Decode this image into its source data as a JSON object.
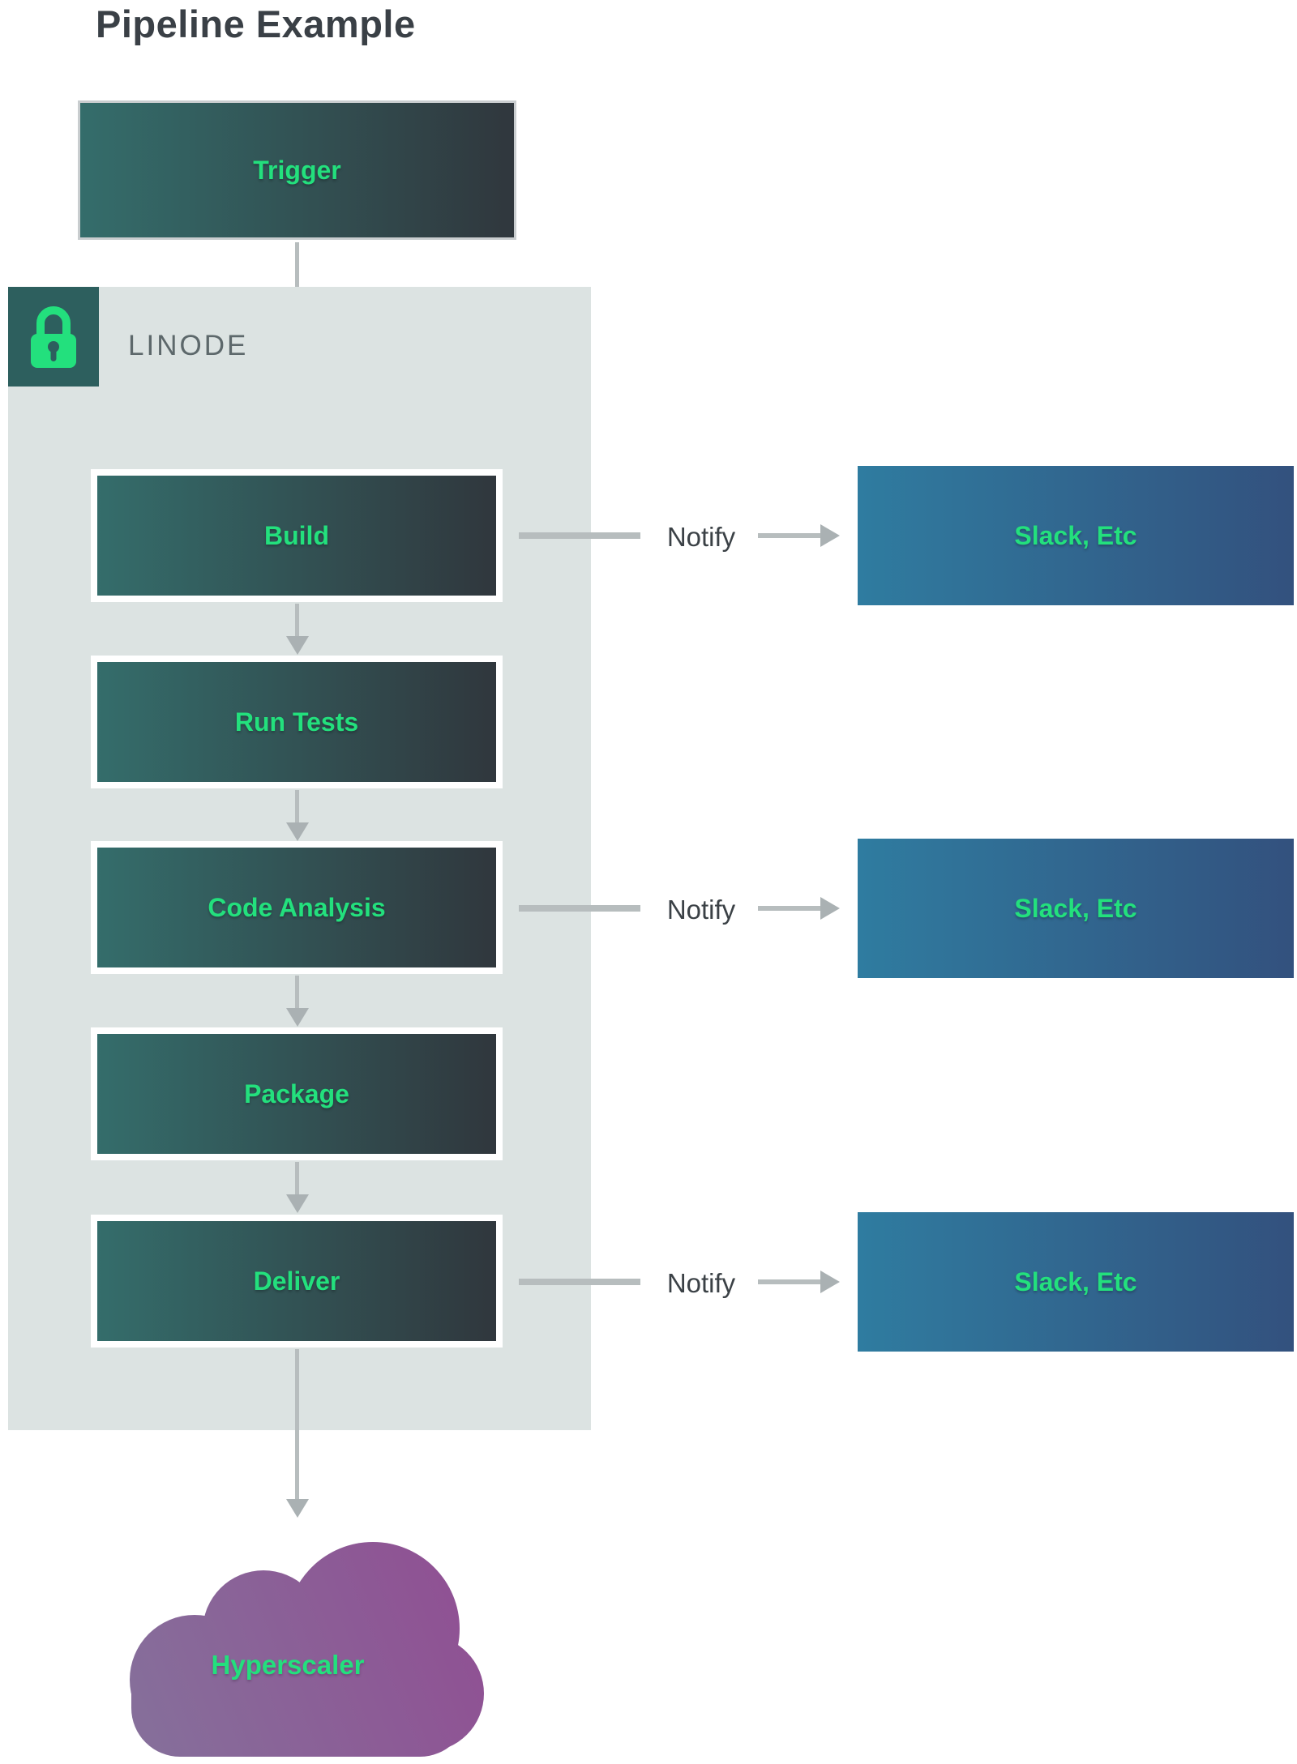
{
  "title": "Pipeline Example",
  "trigger": {
    "label": "Trigger"
  },
  "platform": {
    "label": "LINODE",
    "icon": "lock-icon"
  },
  "stages": [
    {
      "label": "Build",
      "notify": {
        "label": "Notify",
        "target": "Slack, Etc"
      }
    },
    {
      "label": "Run Tests"
    },
    {
      "label": "Code Analysis",
      "notify": {
        "label": "Notify",
        "target": "Slack, Etc"
      }
    },
    {
      "label": "Package"
    },
    {
      "label": "Deliver",
      "notify": {
        "label": "Notify",
        "target": "Slack, Etc"
      }
    }
  ],
  "cloud": {
    "label": "Hyperscaler"
  },
  "colors": {
    "accent_green": "#23e07d",
    "stage_grad_a": "#346d6b",
    "stage_grad_b": "#30373d",
    "notify_grad_a": "#2f7ca0",
    "notify_grad_b": "#33517e",
    "cloud_grad_a": "#85719b",
    "cloud_grad_b": "#904f93",
    "platform_bg": "#dce3e2",
    "lock_bg": "#2d5f5e",
    "arrow": "#b7bdbe",
    "arrow_head": "#aab1b3",
    "title_color": "#3a4046",
    "text_dark": "#3b4146",
    "platform_label": "#5d686b"
  }
}
